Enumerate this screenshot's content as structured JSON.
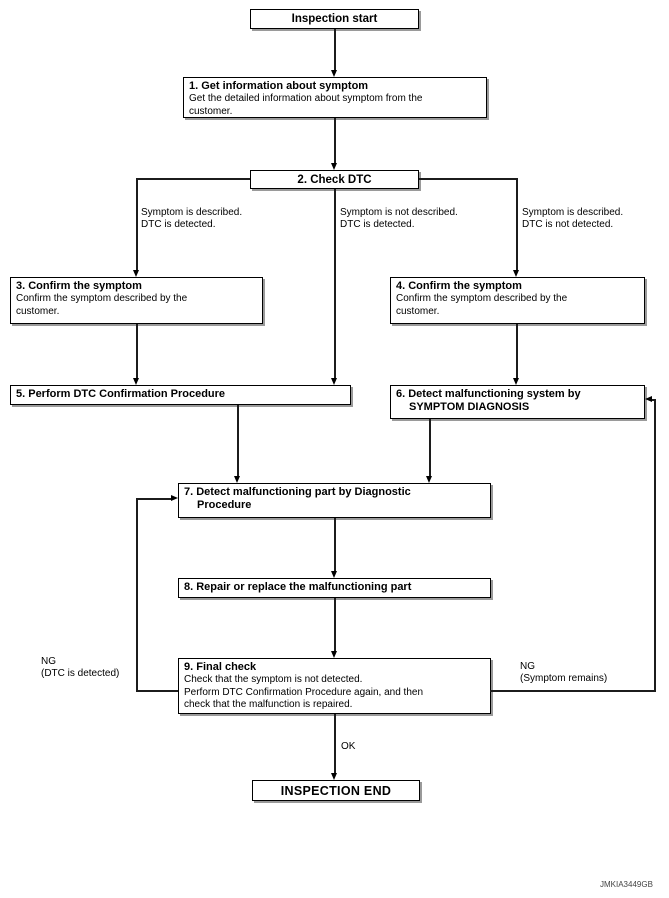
{
  "diagram": {
    "start_label": "Inspection start",
    "node1": {
      "title": "1. Get information about symptom",
      "body1": "Get the detailed information about symptom from the",
      "body2": "customer."
    },
    "node2": {
      "title": "2. Check DTC"
    },
    "branch_left": {
      "line1": "Symptom is described.",
      "line2": "DTC is detected."
    },
    "branch_mid": {
      "line1": "Symptom is not described.",
      "line2": "DTC is detected."
    },
    "branch_right": {
      "line1": "Symptom is described.",
      "line2": "DTC is not detected."
    },
    "node3": {
      "title": "3. Confirm the symptom",
      "body1": "Confirm the symptom described by the",
      "body2": "customer."
    },
    "node4": {
      "title": "4. Confirm the symptom",
      "body1": "Confirm the symptom described by the",
      "body2": "customer."
    },
    "node5": {
      "title": "5. Perform DTC Confirmation Procedure"
    },
    "node6": {
      "title1": "6. Detect malfunctioning system by",
      "title2": "SYMPTOM DIAGNOSIS"
    },
    "node7": {
      "title1": "7. Detect malfunctioning part by Diagnostic",
      "title2": "Procedure"
    },
    "node8": {
      "title": "8. Repair or replace the malfunctioning part"
    },
    "node9": {
      "title": "9. Final check",
      "body1": "Check that the symptom is not detected.",
      "body2": "Perform DTC Confirmation Procedure again, and then",
      "body3": "check that the malfunction is repaired."
    },
    "ng_left": {
      "line1": "NG",
      "line2": "(DTC is detected)"
    },
    "ng_right": {
      "line1": "NG",
      "line2": "(Symptom remains)"
    },
    "ok_label": "OK",
    "end_label": "INSPECTION END",
    "watermark": "JMKIA3449GB"
  }
}
